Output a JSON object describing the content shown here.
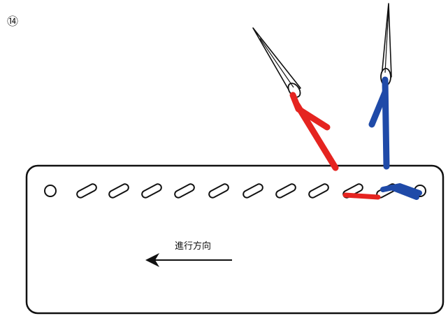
{
  "step_number": "⑭",
  "direction_label": "進行方向",
  "colors": {
    "red_thread": "#e52420",
    "blue_thread": "#1f4aa8",
    "outline": "#111111",
    "background": "#ffffff"
  },
  "elements": {
    "leather_piece": "leather-strip",
    "stitch_holes": "slanted-slot-holes",
    "end_holes": "round-holes",
    "needles": [
      "red-thread-needle",
      "blue-thread-needle"
    ],
    "arrow": "left-arrow-icon"
  }
}
